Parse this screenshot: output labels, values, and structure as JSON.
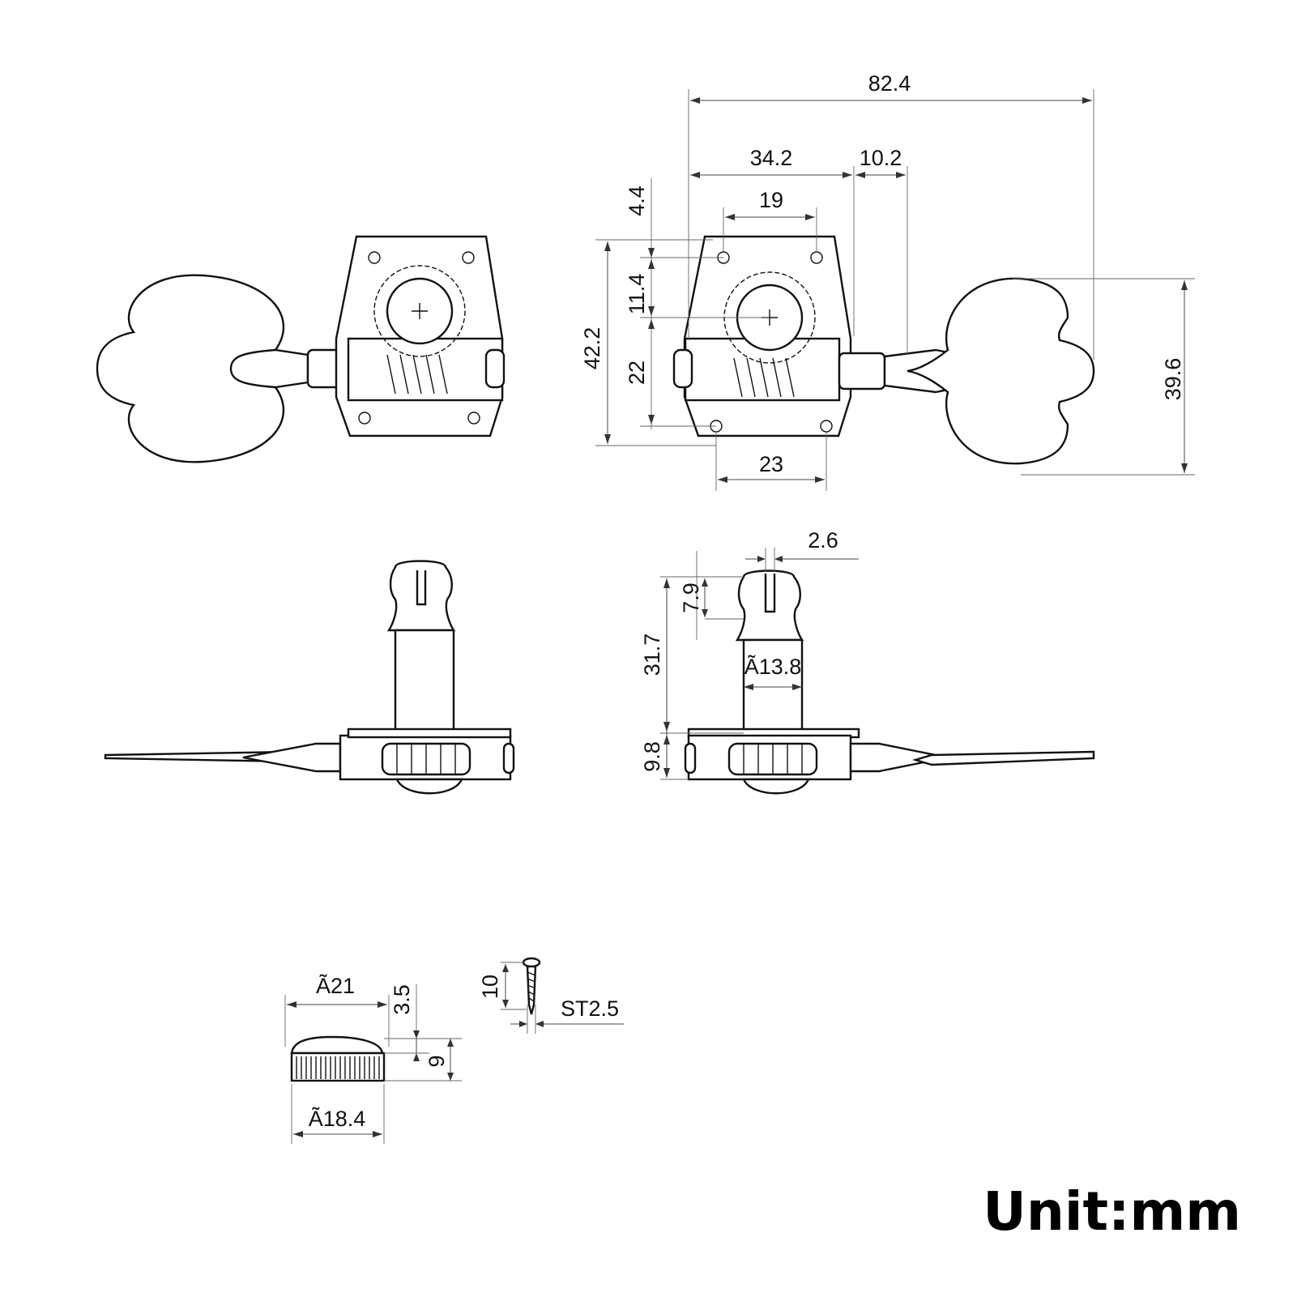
{
  "dimensions": {
    "overall_length": "82.4",
    "post_offset": "34.2",
    "key_shaft": "10.2",
    "hole_spacing_top": "19",
    "hole_spacing_bottom": "23",
    "hole_edge_offset": "4.4",
    "hole_to_center": "11.4",
    "center_to_hole": "22",
    "plate_height": "42.2",
    "key_height": "39.6",
    "slot_width": "2.6",
    "cap_height": "7.9",
    "post_height": "31.7",
    "post_diameter": "Ã13.8",
    "gear_height": "9.8",
    "bushing_top_diameter": "Ã21",
    "bushing_flange": "3.5",
    "bushing_height": "9",
    "bushing_bottom_diameter": "Ã18.4",
    "screw_length": "10",
    "screw_size": "ST2.5"
  },
  "unit_label": "Unit:mm",
  "colors": {
    "line": "#111111",
    "dimension": "#444444",
    "background": "#ffffff"
  }
}
